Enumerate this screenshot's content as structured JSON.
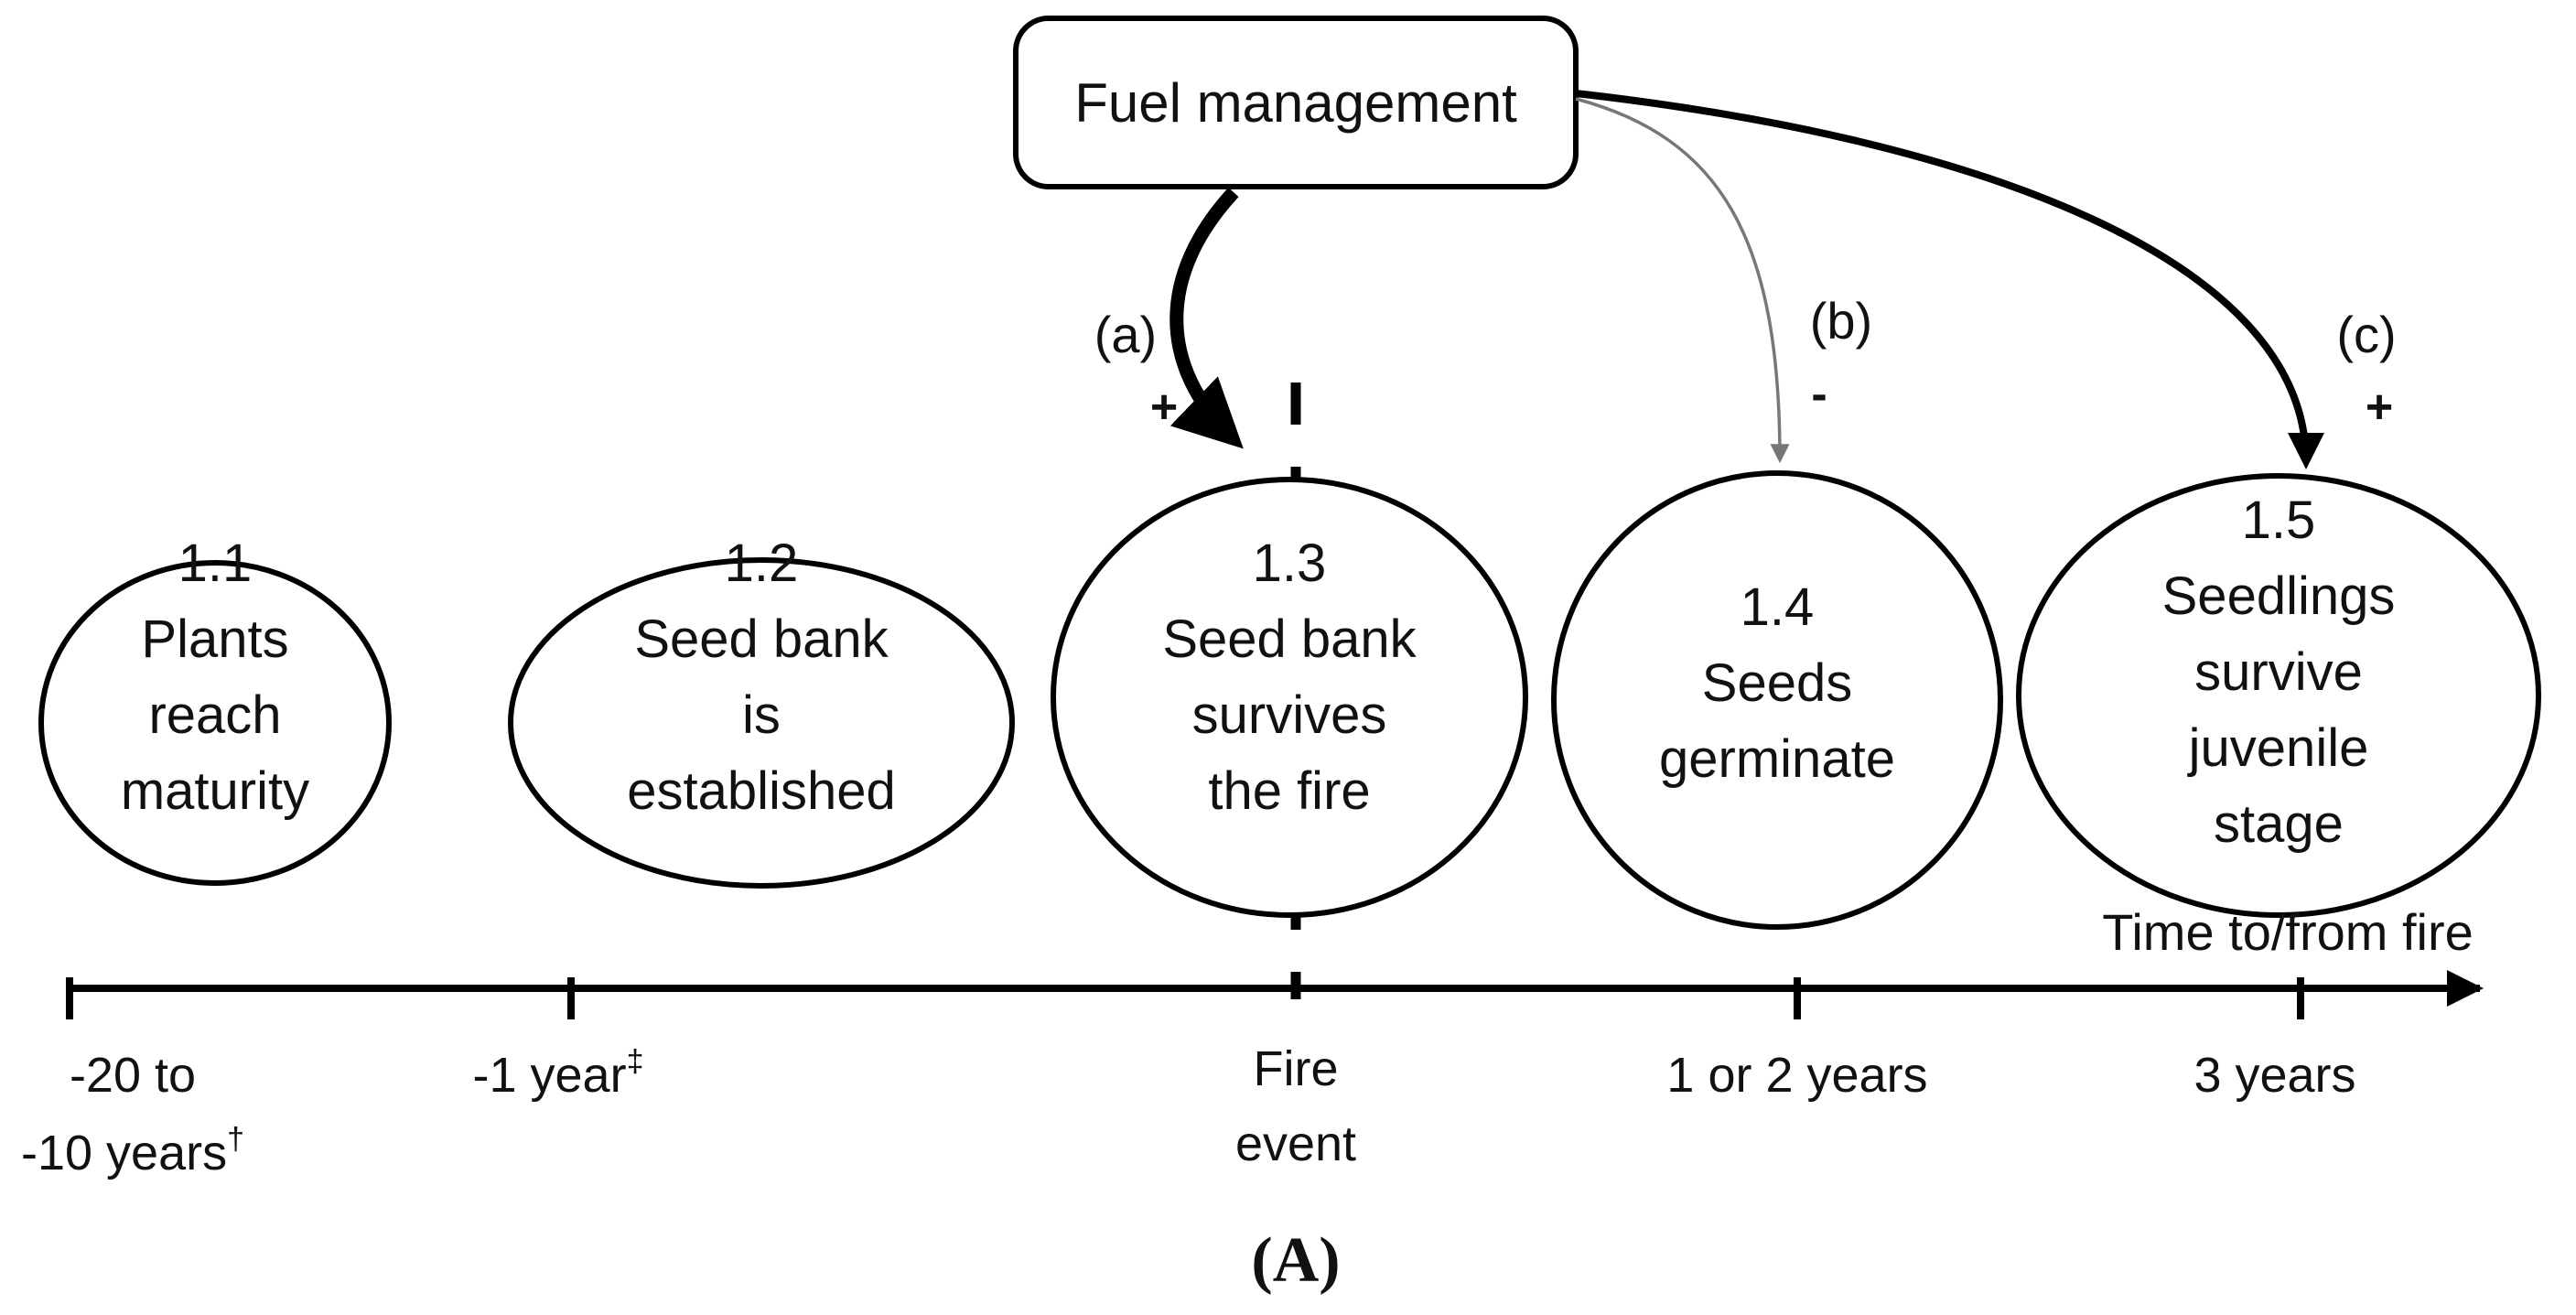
{
  "fuel_box": {
    "label": "Fuel management"
  },
  "effects": [
    {
      "id": "a",
      "label": "(a)",
      "sign": "+"
    },
    {
      "id": "b",
      "label": "(b)",
      "sign": "-"
    },
    {
      "id": "c",
      "label": "(c)",
      "sign": "+"
    }
  ],
  "stages": [
    {
      "number": "1.1",
      "lines": [
        "Plants",
        "reach",
        "maturity"
      ]
    },
    {
      "number": "1.2",
      "lines": [
        "Seed bank",
        "is",
        "established"
      ]
    },
    {
      "number": "1.3",
      "lines": [
        "Seed bank",
        "survives",
        "the fire"
      ]
    },
    {
      "number": "1.4",
      "lines": [
        "Seeds",
        "germinate"
      ]
    },
    {
      "number": "1.5",
      "lines": [
        "Seedlings",
        "survive",
        "juvenile",
        "stage"
      ]
    }
  ],
  "axis": {
    "label": "Time to/from fire",
    "ticks": [
      {
        "line1": "-20 to",
        "line2": "-10 years",
        "sup": "†"
      },
      {
        "line1": "-1 year",
        "sup": "‡"
      },
      {
        "line1": "Fire",
        "line2": "event"
      },
      {
        "line1": "1 or 2 years"
      },
      {
        "line1": "3 years"
      }
    ]
  },
  "figure_label": "(A)"
}
